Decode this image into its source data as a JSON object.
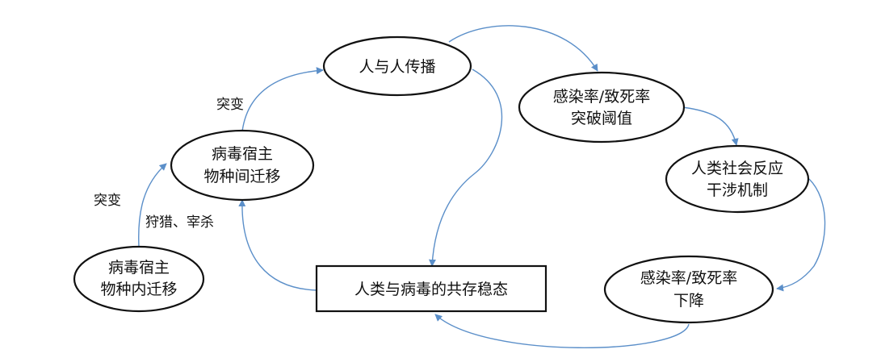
{
  "colors": {
    "edge": "#5b8fc9",
    "node_border": "#111111",
    "text": "#111111"
  },
  "nodes": {
    "intra_species": {
      "line1": "病毒宿主",
      "line2": "物种内迁移"
    },
    "inter_species": {
      "line1": "病毒宿主",
      "line2": "物种间迁移"
    },
    "human_to_human": {
      "line1": "人与人传播"
    },
    "threshold": {
      "line1": "感染率/致死率",
      "line2": "突破阈值"
    },
    "social_response": {
      "line1": "人类社会反应",
      "line2": "干涉机制"
    },
    "rate_decline": {
      "line1": "感染率/致死率",
      "line2": "下降"
    },
    "coexistence": {
      "line1": "人类与病毒的共存稳态"
    }
  },
  "edge_labels": {
    "mutation_lower": "突变",
    "hunting": "狩猎、宰杀",
    "mutation_upper": "突变"
  }
}
